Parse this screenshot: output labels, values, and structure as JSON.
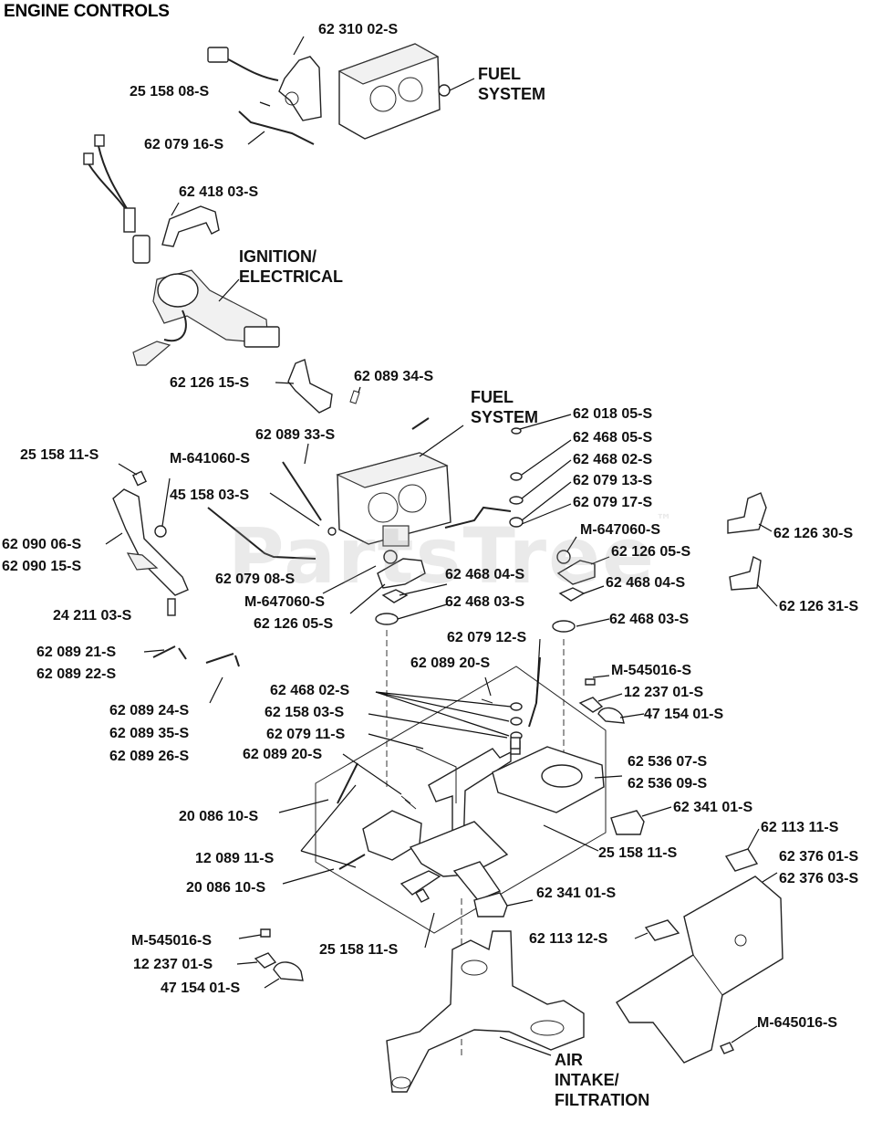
{
  "title": "ENGINE CONTROLS",
  "watermark": "PartsTree",
  "watermark_mark": "™",
  "sections": {
    "fuel_top": [
      "FUEL",
      "SYSTEM"
    ],
    "ignition": [
      "IGNITION/",
      "ELECTRICAL"
    ],
    "fuel_mid": [
      "FUEL",
      "SYSTEM"
    ],
    "air": [
      "AIR",
      "INTAKE/",
      "FILTRATION"
    ]
  },
  "labels": [
    "62 310 02-S",
    "25 158 08-S",
    "62 079 16-S",
    "62 418 03-S",
    "62 126 15-S",
    "62 089 34-S",
    "62 089 33-S",
    "25 158 11-S",
    "M-641060-S",
    "45 158 03-S",
    "62 090 06-S",
    "62 090 15-S",
    "62 079 08-S",
    "M-647060-S",
    "62 126 05-S",
    "24 211 03-S",
    "62 089 21-S",
    "62 089 22-S",
    "62 089 24-S",
    "62 089 35-S",
    "62 089 26-S",
    "62 018 05-S",
    "62 468 05-S",
    "62 468 02-S",
    "62 079 13-S",
    "62 079 17-S",
    "62 126 30-S",
    "M-647060-S",
    "62 126 05-S",
    "62 468 04-S",
    "62 468 04-S",
    "62 468 03-S",
    "62 126 31-S",
    "62 468 03-S",
    "62 079 12-S",
    "62 089 20-S",
    "M-545016-S",
    "12 237 01-S",
    "47 154 01-S",
    "62 468 02-S",
    "62 158 03-S",
    "62 079 11-S",
    "62 089 20-S",
    "62 536 07-S",
    "62 536 09-S",
    "20 086 10-S",
    "62 341 01-S",
    "62 113 11-S",
    "12 089 11-S",
    "25 158 11-S",
    "62 376 01-S",
    "62 376 03-S",
    "20 086 10-S",
    "62 341 01-S",
    "M-545016-S",
    "62 113 12-S",
    "25 158 11-S",
    "12 237 01-S",
    "47 154 01-S",
    "M-645016-S"
  ]
}
